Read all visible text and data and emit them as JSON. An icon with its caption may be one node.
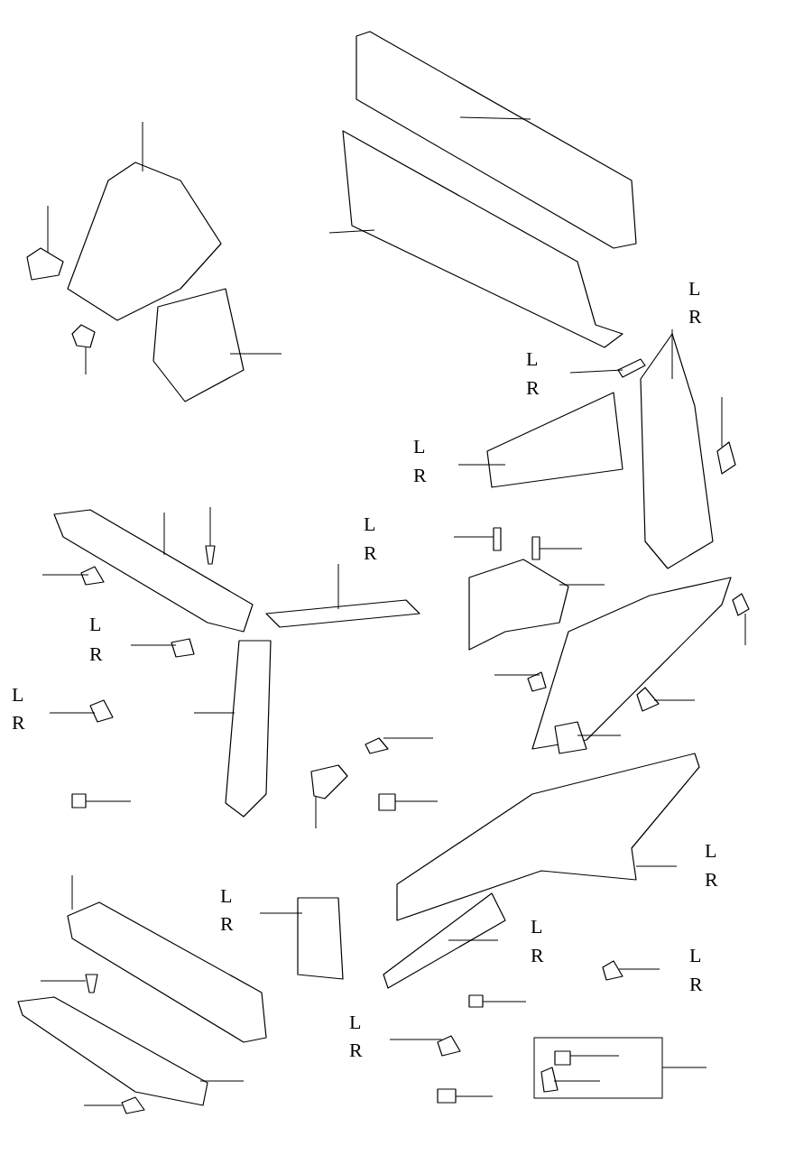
{
  "diagram": {
    "labels": [
      "L",
      "R",
      "L",
      "R",
      "L",
      "R",
      "L",
      "R",
      "L",
      "R",
      "L",
      "R",
      "L",
      "R",
      "L",
      "R",
      "L",
      "R",
      "L",
      "R",
      "L",
      "R"
    ]
  }
}
